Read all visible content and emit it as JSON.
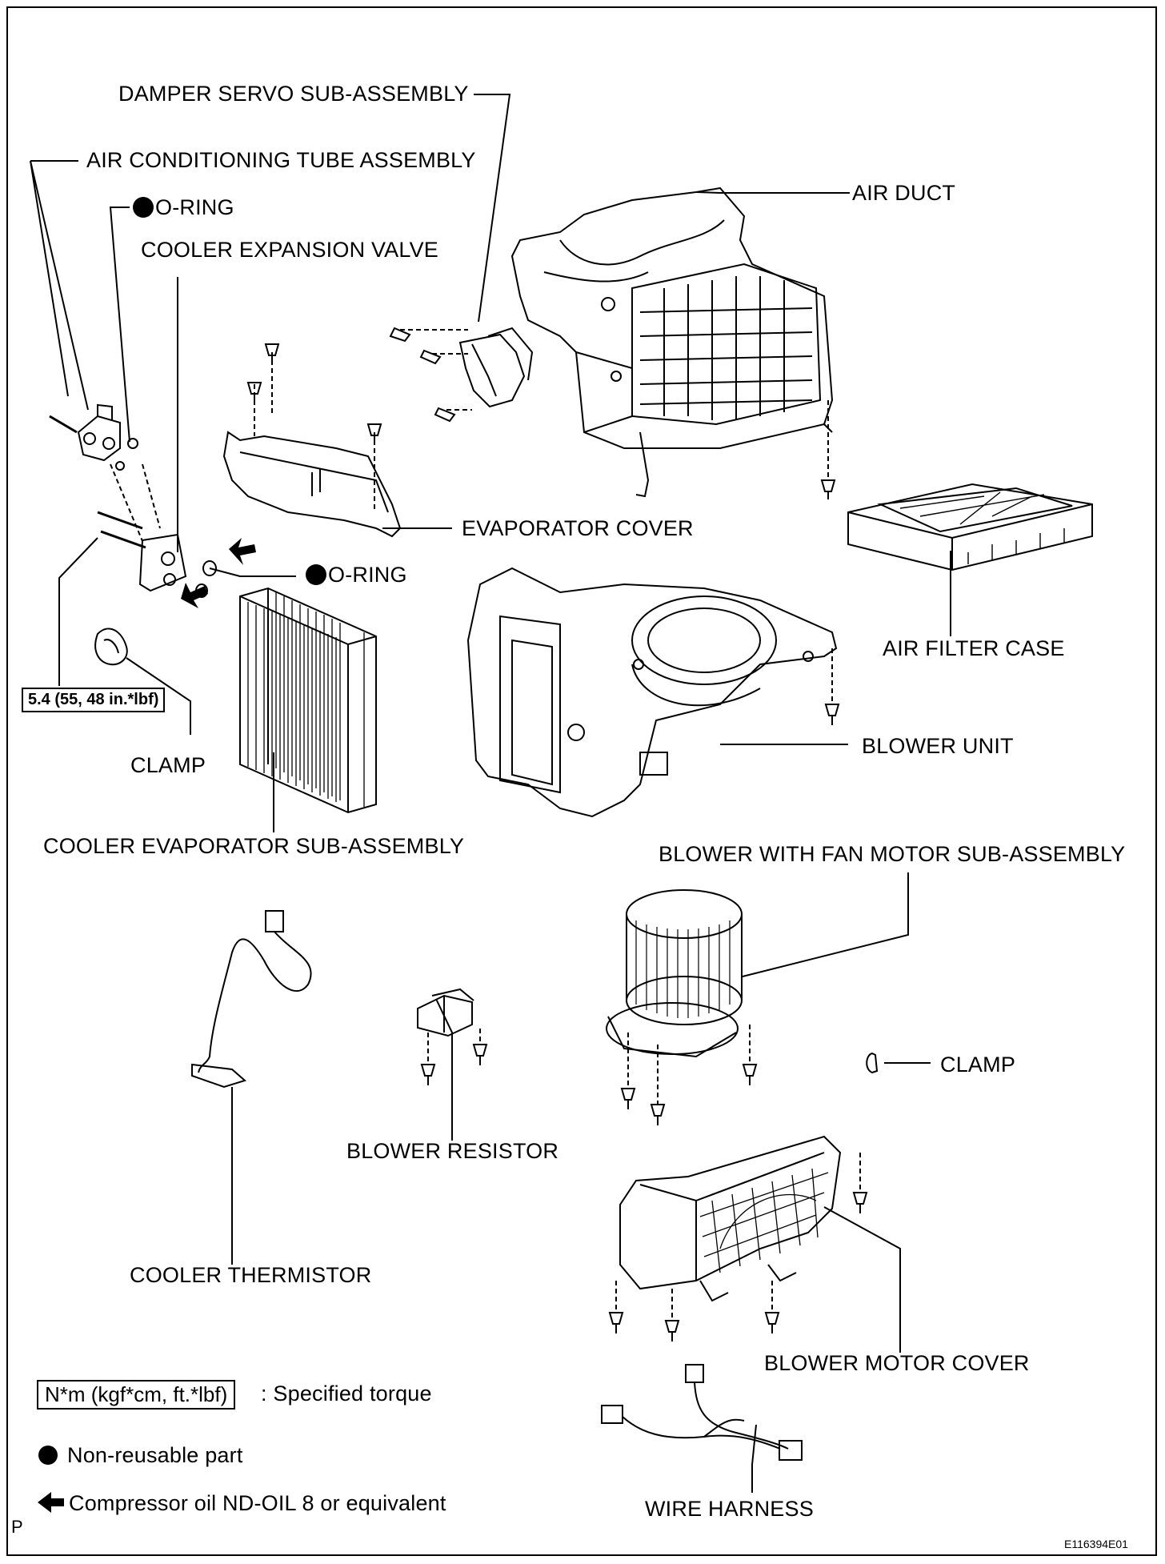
{
  "labels": {
    "damper_servo": "DAMPER SERVO SUB-ASSEMBLY",
    "ac_tube": "AIR CONDITIONING TUBE ASSEMBLY",
    "o_ring_top": "O-RING",
    "cooler_expansion_valve": "COOLER EXPANSION VALVE",
    "air_duct": "AIR DUCT",
    "evaporator_cover": "EVAPORATOR COVER",
    "o_ring_mid": "O-RING",
    "air_filter_case": "AIR FILTER CASE",
    "torque_value": "5.4 (55, 48 in.*lbf)",
    "clamp_left": "CLAMP",
    "blower_unit": "BLOWER UNIT",
    "cooler_evaporator": "COOLER EVAPORATOR SUB-ASSEMBLY",
    "blower_fan_motor": "BLOWER WITH FAN MOTOR SUB-ASSEMBLY",
    "clamp_right": "CLAMP",
    "blower_resistor": "BLOWER RESISTOR",
    "cooler_thermistor": "COOLER THERMISTOR",
    "blower_motor_cover": "BLOWER MOTOR COVER",
    "wire_harness": "WIRE HARNESS"
  },
  "legend": {
    "torque_unit": "N*m (kgf*cm, ft.*lbf)",
    "torque_desc": ": Specified torque",
    "nonreusable_desc": "Non-reusable part",
    "oil_desc": "Compressor oil ND-OIL 8 or equivalent"
  },
  "corner_left": "P",
  "figure_id": "E116394E01"
}
